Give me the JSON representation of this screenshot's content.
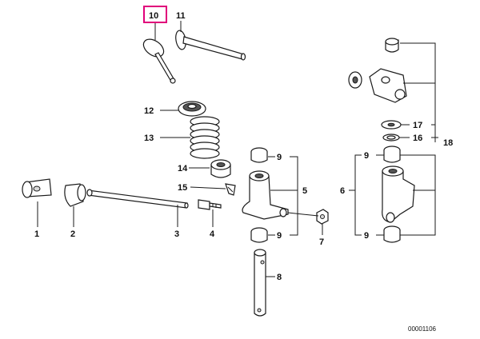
{
  "diagram": {
    "highlight_color": "#e0007a",
    "ref_number": "00001106",
    "labels": [
      {
        "id": "10",
        "text": "10",
        "highlighted": true
      },
      {
        "id": "11",
        "text": "11"
      },
      {
        "id": "12",
        "text": "12"
      },
      {
        "id": "13",
        "text": "13"
      },
      {
        "id": "14",
        "text": "14"
      },
      {
        "id": "15",
        "text": "15"
      },
      {
        "id": "9a",
        "text": "9"
      },
      {
        "id": "5",
        "text": "5"
      },
      {
        "id": "9b",
        "text": "9"
      },
      {
        "id": "7",
        "text": "7"
      },
      {
        "id": "8",
        "text": "8"
      },
      {
        "id": "1",
        "text": "1"
      },
      {
        "id": "2",
        "text": "2"
      },
      {
        "id": "3",
        "text": "3"
      },
      {
        "id": "4",
        "text": "4"
      },
      {
        "id": "17",
        "text": "17"
      },
      {
        "id": "16",
        "text": "16"
      },
      {
        "id": "18",
        "text": "18"
      },
      {
        "id": "9c",
        "text": "9"
      },
      {
        "id": "6",
        "text": "6"
      },
      {
        "id": "9d",
        "text": "9"
      }
    ]
  }
}
